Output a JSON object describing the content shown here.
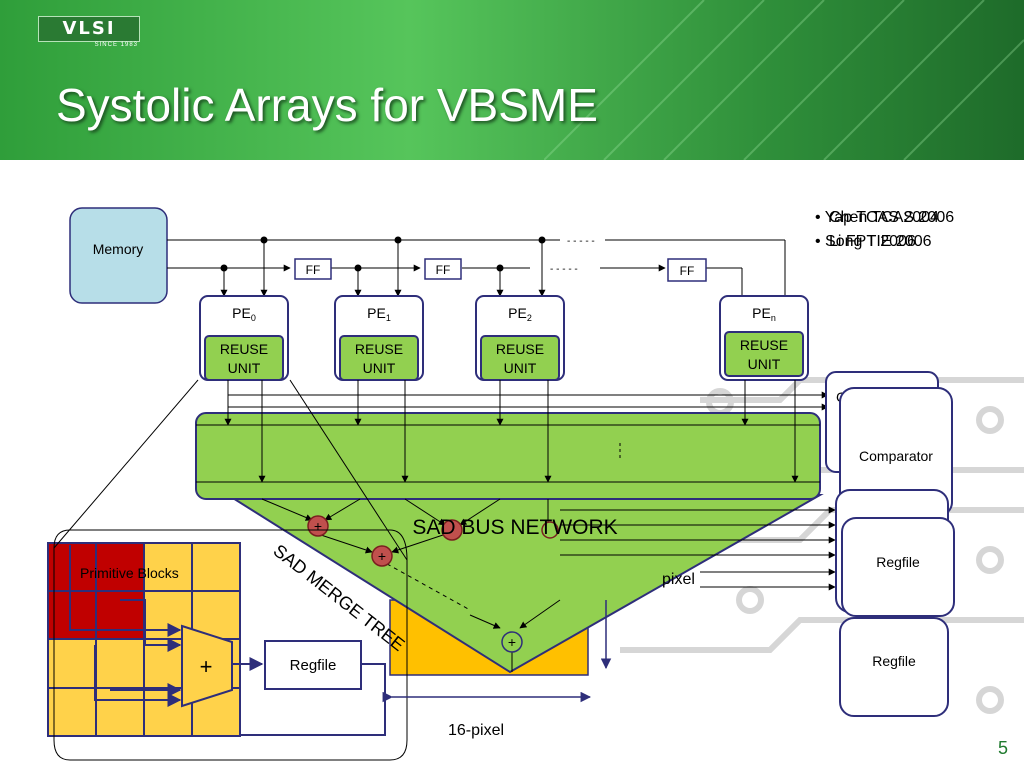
{
  "slide": {
    "title": "Systolic Arrays for VBSME",
    "number": "5"
  },
  "logo": {
    "name": "VLSI",
    "tagline": "SINCE 1983"
  },
  "references": [
    "Yap TCAS 2004",
    "Chen TCAS 2006",
    "Song TIE 2006",
    "Li FPT 2006"
  ],
  "diagram": {
    "memory": "Memory",
    "ff": "FF",
    "pe_prefix": "PE",
    "pe_subscripts": [
      "0",
      "1",
      "2",
      "n"
    ],
    "reuse_line1": "REUSE",
    "reuse_line2": "UNIT",
    "sad_bus_network": "SAD BUS NETWORK",
    "sad_merge_tree": "SAD MERGE TREE",
    "comparator": "Comparator",
    "comparator_behind_fragment": "C",
    "regfile": "Regfile",
    "primitive_blocks": "Primitive Blocks",
    "plus": "+",
    "pixel_label": "pixel",
    "sixteen_pixel": "16-pixel",
    "dash_gap": "- - - - -"
  },
  "colors": {
    "green_accent": "#92d050",
    "memory_fill": "#b7dee8",
    "primitive_block_red": "#c00000",
    "grid_yellow": "#ffd24a",
    "box_border": "#2e2e7a",
    "adder_fill": "#c0504d"
  }
}
